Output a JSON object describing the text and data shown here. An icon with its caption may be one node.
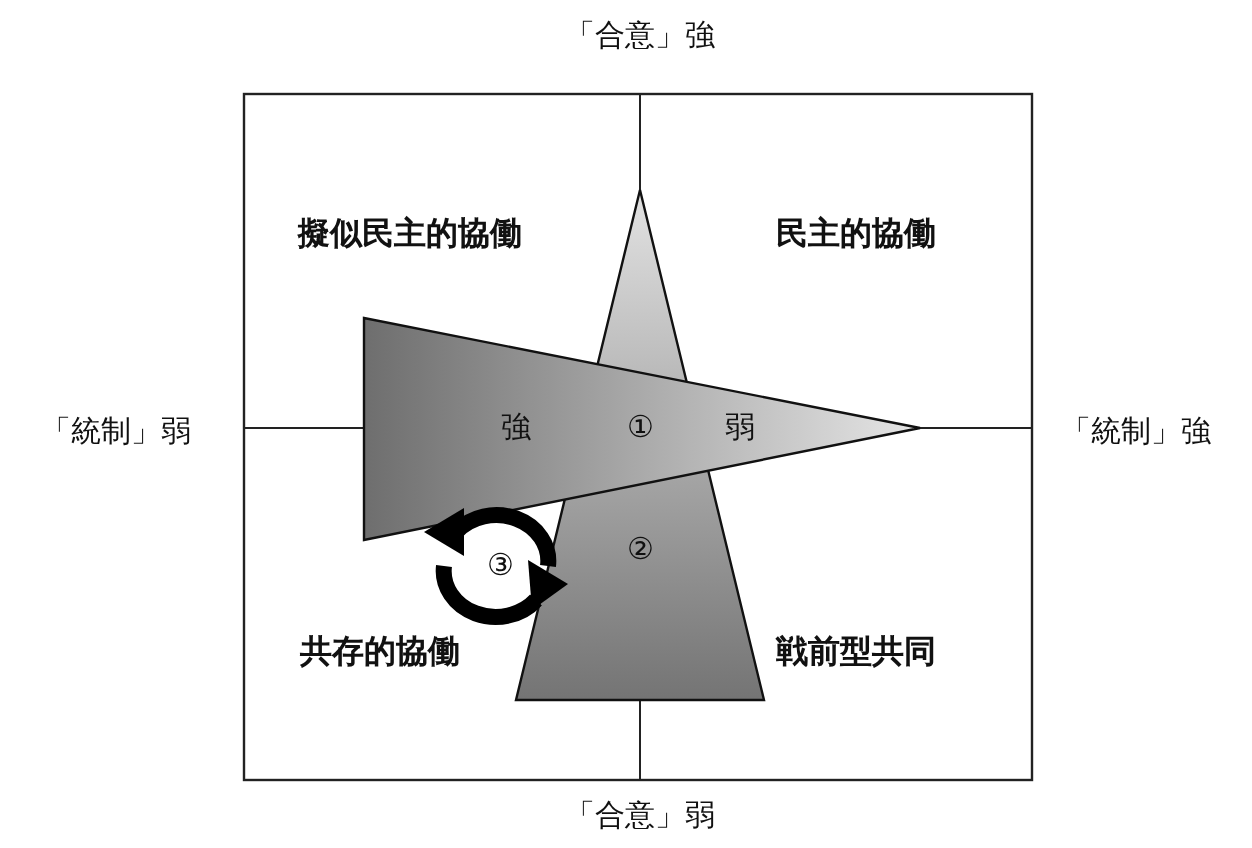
{
  "diagram": {
    "nodes": [
      {
        "text": [
          "強",
          "①",
          "弱"
        ]
      },
      {
        "text": [
          "②"
        ]
      }
    ],
    "labels": [
      "「合意」強",
      "擬似民主的協働",
      "民主的協働",
      "「統制」弱",
      "「統制」強",
      "③",
      "共存的協働",
      "戦前型共同",
      "「合意」弱"
    ]
  }
}
